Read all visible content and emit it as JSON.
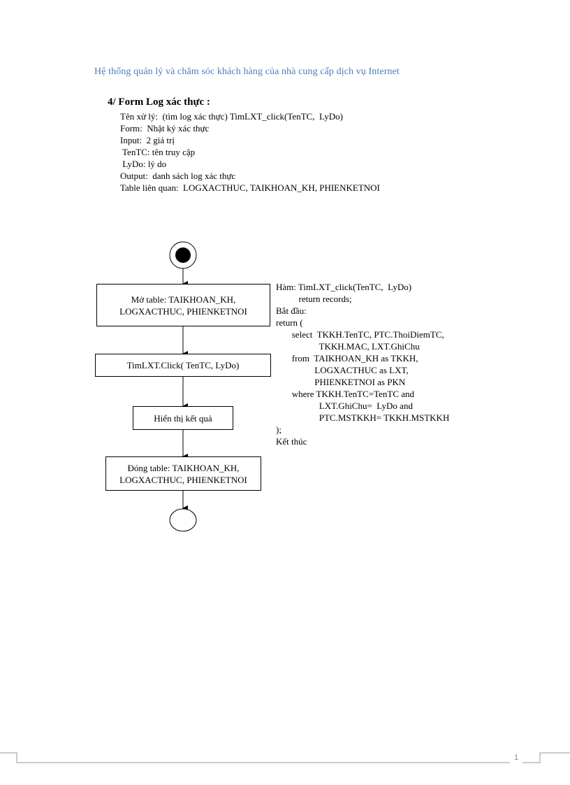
{
  "header": {
    "title": "Hệ thống quản lý và chăm sóc khách hàng của nhà cung cấp dịch vụ Internet"
  },
  "section": {
    "title": "4/ Form Log xác thực :"
  },
  "info_lines": [
    "Tên xử lý:  (tìm log xác thực) TimLXT_click(TenTC,  LyDo)",
    "Form:  Nhật ký xác thực",
    "Input:  2 giá trị",
    " TenTC: tên truy cập",
    " LyDo: lý do",
    "Output:  danh sách log xác thực",
    "Table liên quan:  LOGXACTHUC, TAIKHOAN_KH, PHIENKETNOI"
  ],
  "flowchart": {
    "box1_line1": "Mở table: TAIKHOAN_KH,",
    "box1_line2": "LOGXACTHUC, PHIENKETNOI",
    "box2": "TimLXT.Click(  TenTC, LyDo)",
    "box3": "Hiển thị kết quả",
    "box4_line1": "Đóng table: TAIKHOAN_KH,",
    "box4_line2": "LOGXACTHUC, PHIENKETNOI"
  },
  "code_lines": [
    "Hàm: TimLXT_click(TenTC,  LyDo)",
    "          return records;",
    "Bắt đầu:",
    "return (",
    "       select  TKKH.TenTC, PTC.ThoiDiemTC,",
    "                   TKKH.MAC, LXT.GhiChu",
    "       from  TAIKHOAN_KH as TKKH,",
    "                 LOGXACTHUC as LXT,",
    "                 PHIENKETNOI as PKN",
    "       where TKKH.TenTC=TenTC and",
    "                   LXT.GhiChu=  LyDo and",
    "                   PTC.MSTKKH= TKKH.MSTKKH",
    ");",
    "Kết thúc"
  ],
  "footer": {
    "page_number": "1"
  }
}
